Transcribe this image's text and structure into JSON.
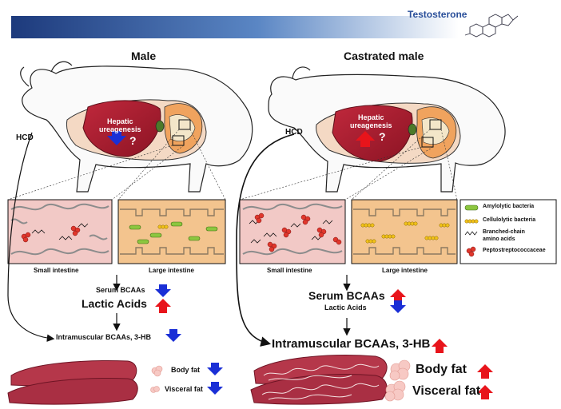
{
  "header": {
    "hormone_label": "Testosterone"
  },
  "male": {
    "title": "Male",
    "diet_label": "HCD",
    "liver_label": "Hepatic\nureagenesis",
    "liver_direction": "down",
    "liver_question": "?",
    "small_intestine_label": "Small intestine",
    "large_intestine_label": "Large intestine",
    "serum_bcaa_label": "Serum BCAAs",
    "serum_bcaa_direction": "down",
    "lactic_acids_label": "Lactic Acids",
    "lactic_acids_direction": "up",
    "intramuscular_label": "Intramuscular BCAAs, 3-HB",
    "intramuscular_direction": "down",
    "body_fat_label": "Body fat",
    "body_fat_direction": "down",
    "visceral_fat_label": "Visceral fat",
    "visceral_fat_direction": "down"
  },
  "castrated": {
    "title": "Castrated male",
    "diet_label": "HCD",
    "liver_label": "Hepatic\nureagenesis",
    "liver_direction": "up",
    "liver_question": "?",
    "small_intestine_label": "Small intestine",
    "large_intestine_label": "Large intestine",
    "serum_bcaa_label": "Serum BCAAs",
    "serum_bcaa_direction": "up",
    "lactic_acids_label": "Lactic Acids",
    "lactic_acids_direction": "down",
    "intramuscular_label": "Intramuscular BCAAs, 3-HB",
    "intramuscular_direction": "up",
    "body_fat_label": "Body fat",
    "body_fat_direction": "up",
    "visceral_fat_label": "Visceral fat",
    "visceral_fat_direction": "up"
  },
  "legend": {
    "items": [
      {
        "label": "Amylolytic bacteria",
        "icon": "green-capsule-icon"
      },
      {
        "label": "Cellulolytic bacteria",
        "icon": "yellow-chain-icon"
      },
      {
        "label": "Branched-chain\namino acids",
        "icon": "zigzag-molecule-icon"
      },
      {
        "label": "Peptostreptococcaceae",
        "icon": "red-cluster-icon"
      }
    ]
  },
  "colors": {
    "up_arrow": "#e8141b",
    "down_arrow": "#1a2fd6",
    "liver": "#a51c2e",
    "muscle": "#b5374a",
    "header_gradient_start": "#1d3a7c",
    "small_intestine_bg": "#f2c9c6",
    "large_intestine_bg": "#f3c48e"
  }
}
